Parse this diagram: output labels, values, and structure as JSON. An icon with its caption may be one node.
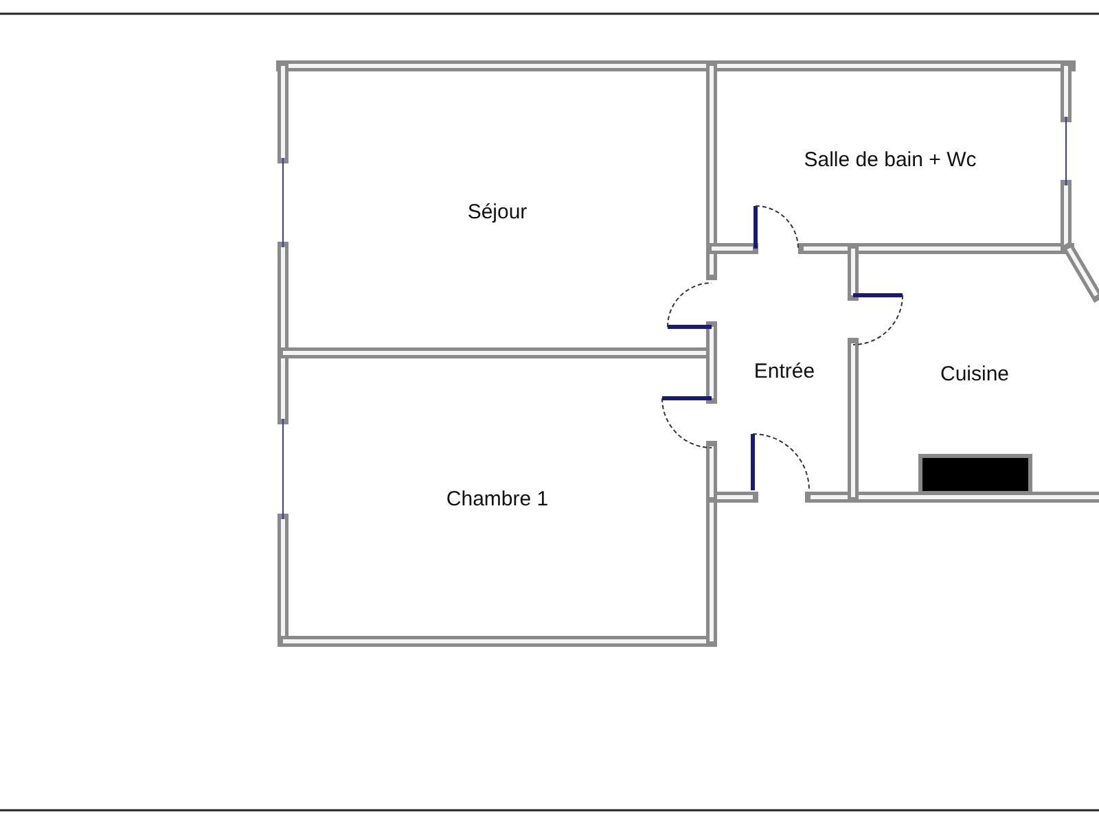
{
  "diagram": {
    "nodes": [
      {
        "text": [
          "Séjour"
        ]
      },
      {
        "text": [
          "Salle de bain + Wc"
        ]
      },
      {
        "text": [
          "Entrée"
        ]
      },
      {
        "text": [
          "Cuisine"
        ]
      },
      {
        "text": [
          "Chambre 1"
        ]
      }
    ]
  }
}
